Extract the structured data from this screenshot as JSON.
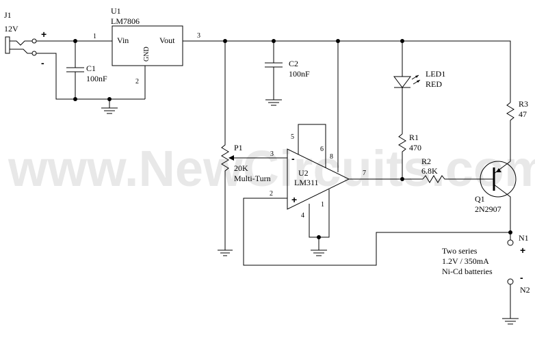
{
  "watermark": "www.NewCircuits.com",
  "jack": {
    "ref": "J1",
    "voltage": "12V",
    "plus": "+",
    "minus": "-"
  },
  "regulator": {
    "ref": "U1",
    "part": "LM7806",
    "pin_in_label": "Vin",
    "pin_out_label": "Vout",
    "pin_gnd_label": "GND",
    "pin_in": "1",
    "pin_out": "3",
    "pin_gnd": "2"
  },
  "c1": {
    "ref": "C1",
    "value": "100nF"
  },
  "c2": {
    "ref": "C2",
    "value": "100nF"
  },
  "led": {
    "ref": "LED1",
    "color": "RED"
  },
  "r1": {
    "ref": "R1",
    "value": "470"
  },
  "r2": {
    "ref": "R2",
    "value": "6.8K"
  },
  "r3": {
    "ref": "R3",
    "value": "47"
  },
  "pot": {
    "ref": "P1",
    "value": "20K",
    "type": "Multi-Turn"
  },
  "comparator": {
    "ref": "U2",
    "part": "LM311",
    "pin3": "3",
    "pin2": "2",
    "pin5": "5",
    "pin6": "6",
    "pin8": "8",
    "pin7": "7",
    "pin4": "4",
    "pin1": "1",
    "minus": "-",
    "plus": "+"
  },
  "transistor": {
    "ref": "Q1",
    "part": "2N2907"
  },
  "n1": {
    "ref": "N1",
    "sign": "+"
  },
  "n2": {
    "ref": "N2",
    "sign": "-"
  },
  "battery": {
    "line1": "Two series",
    "line2": "1.2V / 350mA",
    "line3": "Ni-Cd batteries"
  }
}
